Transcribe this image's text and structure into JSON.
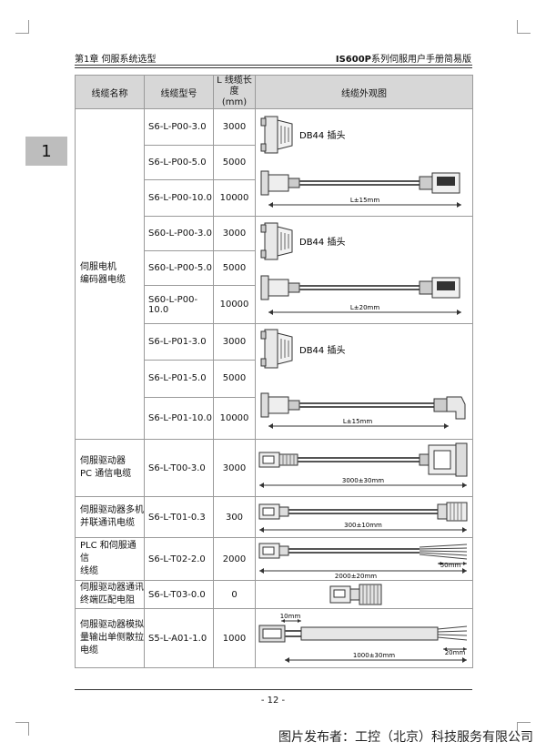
{
  "header": {
    "left": "第1章 伺服系统选型",
    "right_bold": "IS600P",
    "right_rest": "系列伺服用户手册简易版"
  },
  "chapter_tab": "1",
  "table": {
    "columns": [
      "线缆名称",
      "线缆型号",
      "L 线缆长度\n(mm)",
      "线缆外观图"
    ],
    "groups": [
      {
        "name": "伺服电机\n编码器电缆",
        "rows": [
          {
            "model": "S6-L-P00-3.0",
            "length": "3000"
          },
          {
            "model": "S6-L-P00-5.0",
            "length": "5000"
          },
          {
            "model": "S6-L-P00-10.0",
            "length": "10000"
          },
          {
            "model": "S60-L-P00-3.0",
            "length": "3000"
          },
          {
            "model": "S60-L-P00-5.0",
            "length": "5000"
          },
          {
            "model": "S60-L-P00-10.0",
            "length": "10000"
          },
          {
            "model": "S6-L-P01-3.0",
            "length": "3000"
          },
          {
            "model": "S6-L-P01-5.0",
            "length": "5000"
          },
          {
            "model": "S6-L-P01-10.0",
            "length": "10000"
          }
        ]
      },
      {
        "name": "伺服驱动器\nPC 通信电缆",
        "rows": [
          {
            "model": "S6-L-T00-3.0",
            "length": "3000"
          }
        ]
      },
      {
        "name": "伺服驱动器多机\n并联通讯电缆",
        "rows": [
          {
            "model": "S6-L-T01-0.3",
            "length": "300"
          }
        ]
      },
      {
        "name": "PLC 和伺服通信\n线缆",
        "rows": [
          {
            "model": "S6-L-T02-2.0",
            "length": "2000"
          }
        ]
      },
      {
        "name": "伺服驱动器通讯\n终端匹配电阻",
        "rows": [
          {
            "model": "S6-L-T03-0.0",
            "length": "0"
          }
        ]
      },
      {
        "name": "伺服驱动器模拟\n量输出单侧散拉\n电缆",
        "rows": [
          {
            "model": "S5-L-A01-1.0",
            "length": "1000"
          }
        ]
      }
    ],
    "drawing_labels": {
      "db44": "DB44 插头",
      "l15": "L±15mm",
      "l20": "L±20mm",
      "t00": "3000±30mm",
      "t01": "300±10mm",
      "t02_total": "2000±20mm",
      "t02_end": "50mm",
      "a01_top": "10mm",
      "a01_total": "1000±30mm",
      "a01_end": "20mm"
    }
  },
  "page_number": "- 12 -",
  "watermark": "图片发布者：工控（北京）科技服务有限公司"
}
